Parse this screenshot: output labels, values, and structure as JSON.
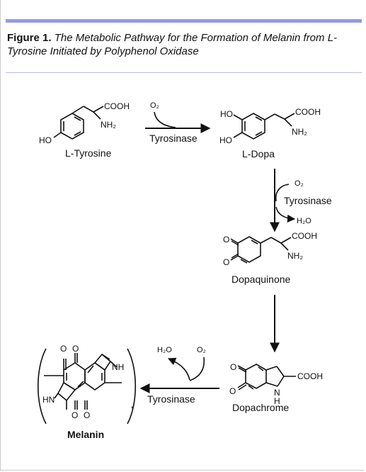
{
  "figure": {
    "label": "Figure 1.",
    "caption": "The Metabolic Pathway for the Formation of Melanin from L-Tyrosine Initiated by Polyphenol Oxidase"
  },
  "compounds": {
    "tyrosine": "L-Tyrosine",
    "dopa": "L-Dopa",
    "dopaquinone": "Dopaquinone",
    "dopachrome": "Dopachrome",
    "melanin": "Melanin"
  },
  "enzyme": "Tyrosinase",
  "chem": {
    "cooh": "COOH",
    "nh2": "NH₂",
    "ho": "HO",
    "o2": "O₂",
    "h2o": "H₂O",
    "o": "O",
    "nh": "NH",
    "hn": "HN",
    "n": "N",
    "h": "H",
    "star": "*"
  }
}
